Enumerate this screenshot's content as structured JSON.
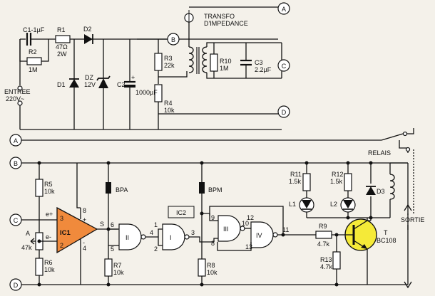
{
  "colors": {
    "opamp_fill": "#f08a3c",
    "transistor_fill": "#f5ea38",
    "led_fill": "#111111"
  },
  "connectors": {
    "a": "A",
    "b": "B",
    "c": "C",
    "d": "D"
  },
  "power": {
    "c1": "C1-1µF",
    "r1_name": "R1",
    "r1_value": "47Ω",
    "r1_power": "2W",
    "r2_name": "R2",
    "r2_value": "1M",
    "d2": "D2",
    "d1": "D1",
    "dz_name": "DZ",
    "dz_value": "12V",
    "c2_name": "C2",
    "c2_value": "1000µF",
    "c2_plus": "+",
    "r3_name": "R3",
    "r3_value": "22k",
    "r4_name": "R4",
    "r4_value": "10k",
    "entree_line1": "ENTREE",
    "entree_line2": "220V~"
  },
  "transfo": {
    "line1": "TRANSFO",
    "line2": "D'IMPEDANCE",
    "r10_name": "R10",
    "r10_value": "1M",
    "c3_name": "C3",
    "c3_value": "2.2µF"
  },
  "logic": {
    "r5_name": "R5",
    "r5_value": "10k",
    "pot_name": "A",
    "pot_value": "47k",
    "r6_name": "R6",
    "r6_value": "10k",
    "ic1": "IC1",
    "pin_e_plus": "e+",
    "pin_e_minus": "e-",
    "pin_s": "S",
    "pin_3": "3",
    "pin_2": "2",
    "pin_8": "8",
    "pin_4": "4",
    "pin_plus": "+",
    "pin_minus": "-",
    "bpa": "BPA",
    "bpm": "BPM",
    "r7_name": "R7",
    "r7_value": "10k",
    "r8_name": "R8",
    "r8_value": "10k",
    "ic2": "IC2",
    "gate_1": "I",
    "gate_2": "II",
    "gate_3": "III",
    "gate_4": "IV",
    "gpin_6": "6",
    "gpin_5": "5",
    "gpin_4": "4",
    "gpin_1": "1",
    "gpin_2": "2",
    "gpin_3": "3",
    "gpin_9": "9",
    "gpin_8": "8",
    "gpin_10": "10",
    "gpin_12": "12",
    "gpin_13": "13",
    "gpin_11": "11"
  },
  "output": {
    "relais": "RELAIS",
    "r11_name": "R11",
    "r11_value": "1.5k",
    "r12_name": "R12",
    "r12_value": "1.5k",
    "d3": "D3",
    "l1": "L1",
    "l2": "L2",
    "r9_name": "R9",
    "r9_value": "4.7k",
    "t_name": "T",
    "t_value": "BC108",
    "r13_name": "R13",
    "r13_value": "4.7k",
    "sortie": "SORTIE"
  }
}
